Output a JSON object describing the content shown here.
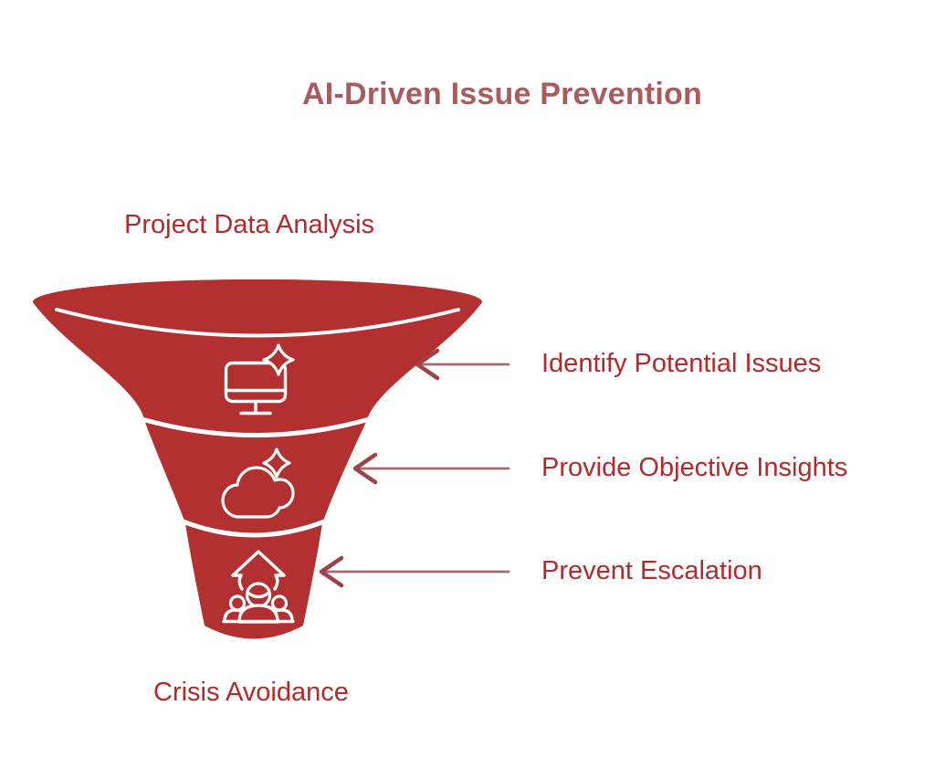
{
  "title": "AI-Driven Issue Prevention",
  "funnel": {
    "top_label": "Project Data Analysis",
    "bottom_label": "Crisis Avoidance",
    "stages": [
      {
        "label": "Identify Potential Issues",
        "icon": "monitor-sparkle-icon"
      },
      {
        "label": "Provide Objective Insights",
        "icon": "cloud-sparkle-icon"
      },
      {
        "label": "Prevent Escalation",
        "icon": "team-growth-arrow-icon"
      }
    ]
  },
  "colors": {
    "background": "#ffffff",
    "funnel_fill": "#b23030",
    "divider_stroke": "#ffffff",
    "icon_stroke": "#ffffff",
    "title_text": "#a95c5f",
    "label_text": "#b22a2c",
    "arrow_line": "#aa686d",
    "arrow_head": "#9c4249"
  }
}
